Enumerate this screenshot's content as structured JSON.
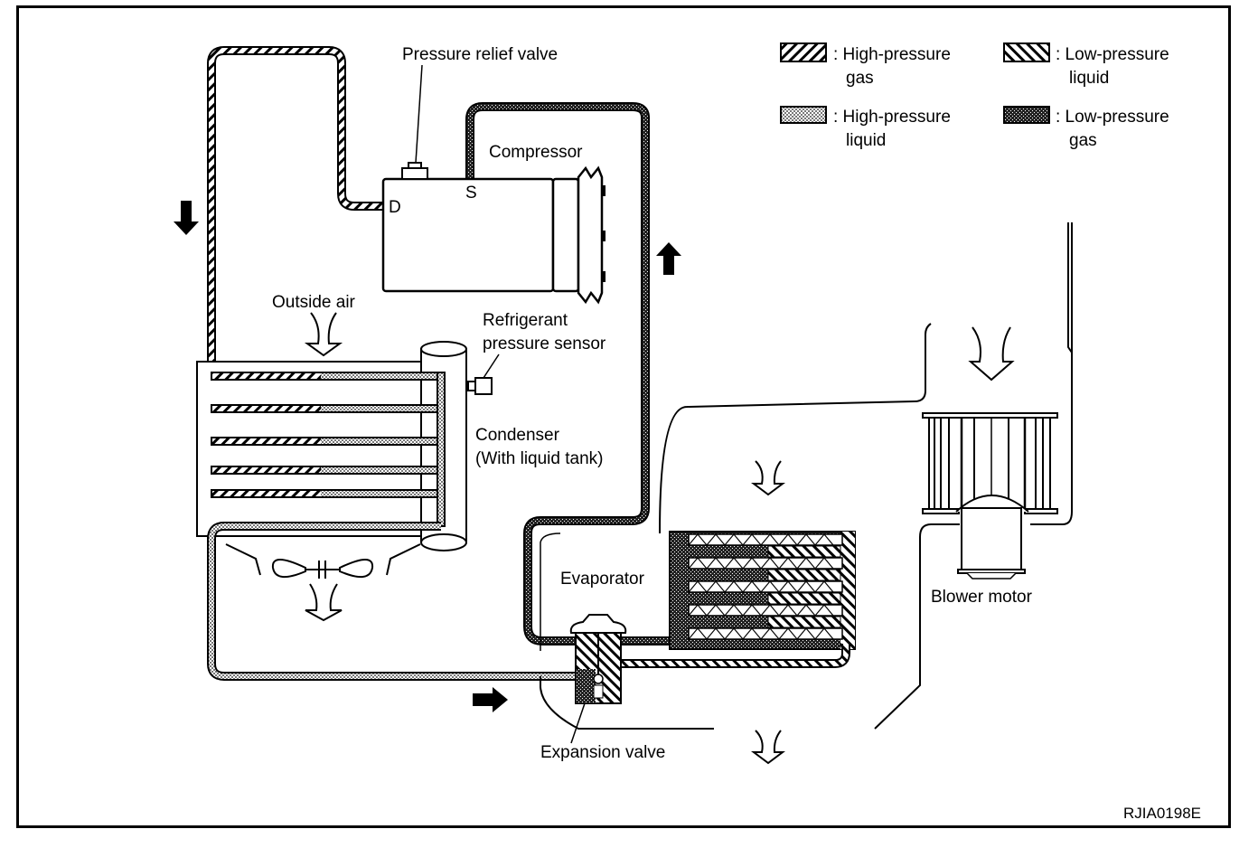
{
  "diagram": {
    "type": "refrigeration-cycle",
    "figure_code": "RJIA0198E",
    "labels": {
      "pressure_relief_valve": "Pressure relief valve",
      "compressor": "Compressor",
      "discharge_port": "D",
      "suction_port": "S",
      "outside_air": "Outside air",
      "refrigerant_pressure_sensor_line1": "Refrigerant",
      "refrigerant_pressure_sensor_line2": "pressure sensor",
      "condenser_line1": "Condenser",
      "condenser_line2": "(With liquid tank)",
      "evaporator": "Evaporator",
      "expansion_valve": "Expansion valve",
      "blower_motor": "Blower motor"
    },
    "legend": [
      {
        "pattern": "diagonal-hatch-forward",
        "line1": ": High-pressure",
        "line2": "gas"
      },
      {
        "pattern": "diagonal-hatch-backward",
        "line1": ": Low-pressure",
        "line2": "liquid"
      },
      {
        "pattern": "light-dots",
        "line1": ": High-pressure",
        "line2": "liquid"
      },
      {
        "pattern": "dense-dots",
        "line1": ": Low-pressure",
        "line2": "gas"
      }
    ],
    "flow_arrows": [
      "down",
      "up",
      "right"
    ]
  }
}
